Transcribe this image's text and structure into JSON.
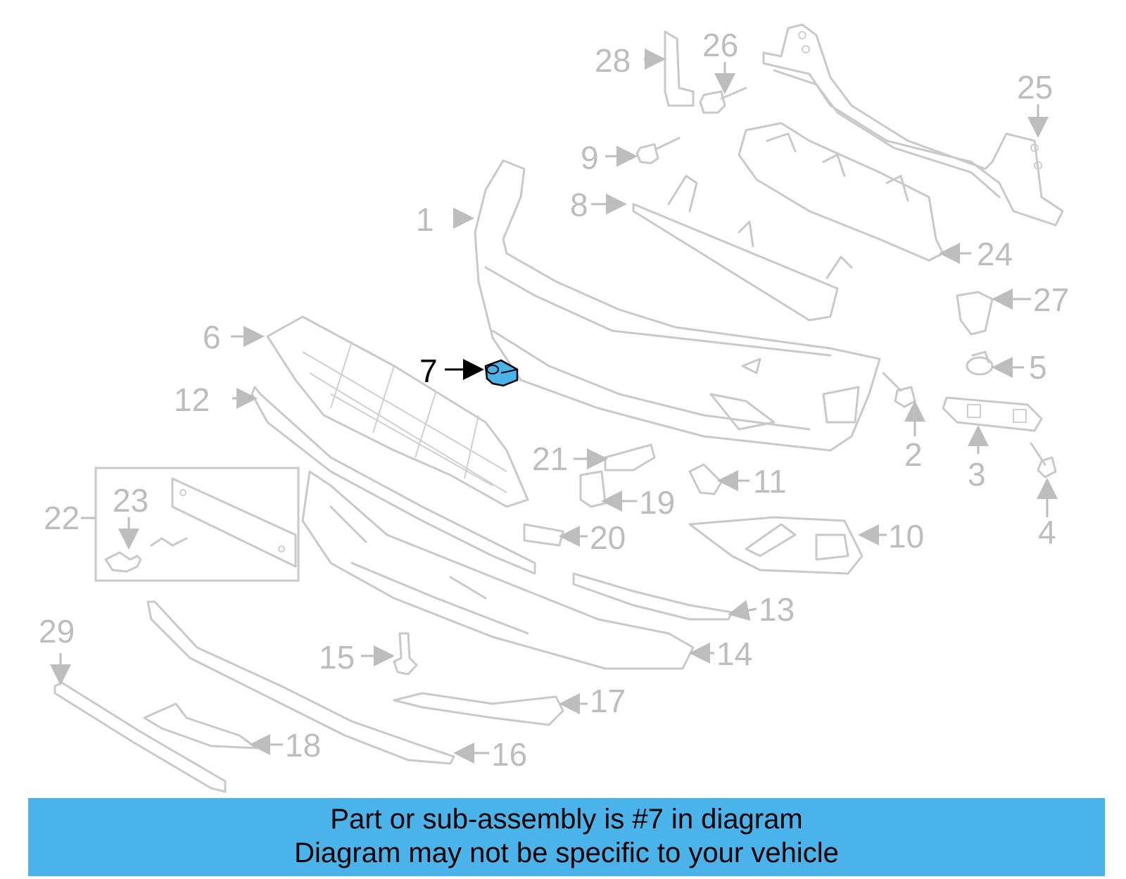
{
  "diagram": {
    "highlighted_part": "7",
    "highlight_color": "#4ab4ea",
    "part_color": "#c9c9c9",
    "callouts": [
      "1",
      "2",
      "3",
      "4",
      "5",
      "6",
      "7",
      "8",
      "9",
      "10",
      "11",
      "12",
      "13",
      "14",
      "15",
      "16",
      "17",
      "18",
      "19",
      "20",
      "21",
      "22",
      "23",
      "24",
      "25",
      "26",
      "27",
      "28",
      "29"
    ]
  },
  "footer": {
    "background_color": "#4ab4ea",
    "line1": "Part or sub-assembly is #7 in diagram",
    "line2": "Diagram may not be specific to your vehicle"
  }
}
